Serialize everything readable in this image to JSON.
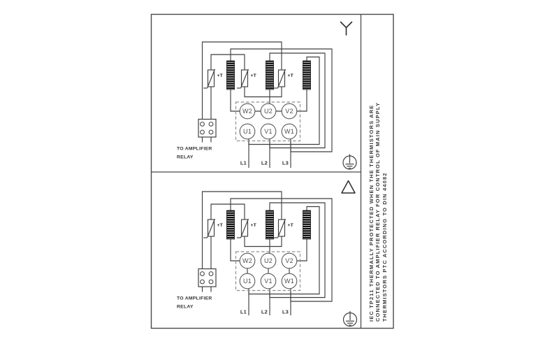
{
  "colors": {
    "background": "#ffffff",
    "wire": "#3f3f3f",
    "frame": "#4a4a4a",
    "dashed_box": "#909090",
    "coil_fill": "#0e0e0e",
    "text": "#3a3a3a",
    "terminal_text": "#4f4f4f"
  },
  "panels": [
    {
      "id": "star-connection-panel",
      "connection": "star",
      "symbol_icon": "star-icon",
      "terminals_top": [
        "W2",
        "U2",
        "V2"
      ],
      "terminals_bottom": [
        "U1",
        "V1",
        "W1"
      ],
      "supply_lines": [
        "L1",
        "L2",
        "L3"
      ],
      "relay_label_lines": [
        "TO AMPLIFIER",
        "RELAY"
      ],
      "thermistor_label": "+T"
    },
    {
      "id": "delta-connection-panel",
      "connection": "delta",
      "symbol_icon": "delta-icon",
      "terminals_top": [
        "W2",
        "U2",
        "V2"
      ],
      "terminals_bottom": [
        "U1",
        "V1",
        "W1"
      ],
      "supply_lines": [
        "L1",
        "L2",
        "L3"
      ],
      "relay_label_lines": [
        "TO AMPLIFIER",
        "RELAY"
      ],
      "thermistor_label": "+T"
    }
  ],
  "side_note": {
    "lines": [
      "IEC TP211 THERMALLY PROTECTED WHEN THE THERMISTORS ARE",
      "CONNECTED TO AMPLIFIER RELAY FOR CONTROL OF MAIN SUPPLY",
      "THERMISTORS PTC ACCORDING TO DIN 44082"
    ]
  }
}
